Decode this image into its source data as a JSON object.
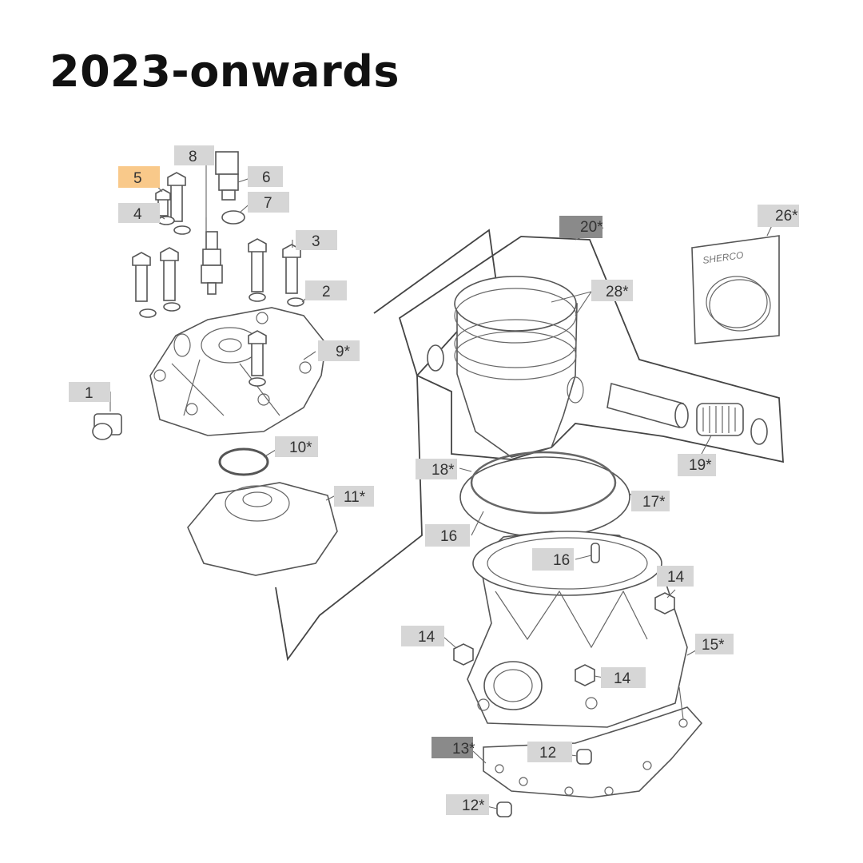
{
  "title": "2023-onwards",
  "colors": {
    "highlight": "#f9c98a",
    "label": "#d6d6d6",
    "label_dark": "#8a8a8a"
  },
  "callouts": {
    "c1": "1",
    "c2": "2",
    "c3": "3",
    "c4": "4",
    "c5": "5",
    "c6": "6",
    "c7": "7",
    "c8": "8",
    "c9": "9*",
    "c10": "10*",
    "c11": "11*",
    "c12a": "12",
    "c12b": "12*",
    "c13": "13*",
    "c14a": "14",
    "c14b": "14",
    "c14c": "14",
    "c15": "15*",
    "c16a": "16",
    "c16b": "16",
    "c17": "17*",
    "c18": "18*",
    "c19": "19*",
    "c20": "20*",
    "c26": "26*",
    "c28": "28*"
  },
  "kit_bag_brand": "SHERCO"
}
